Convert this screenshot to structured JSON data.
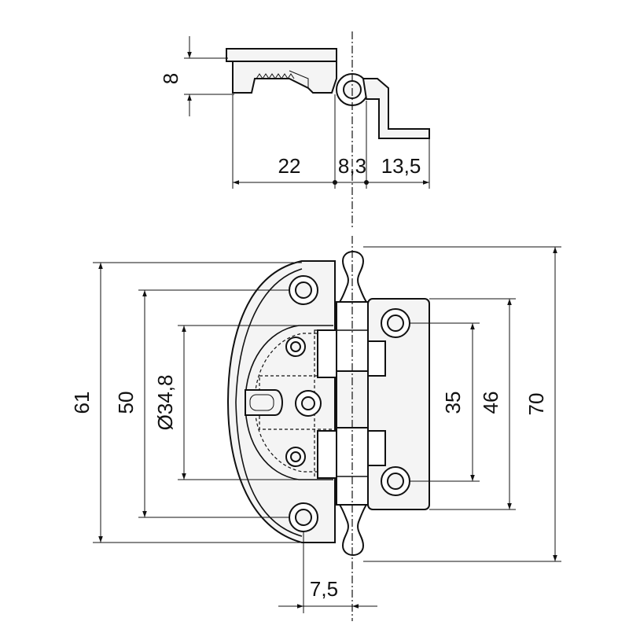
{
  "dimensions": {
    "top_height": "8",
    "top_width_left": "22",
    "top_width_mid": "8,3",
    "top_width_right": "13,5",
    "overall_height_left": "61",
    "hole_spacing_outer": "50",
    "cup_diameter": "Ø34,8",
    "plate_hole_spacing": "35",
    "plate_height": "46",
    "overall_height_right": "70",
    "offset_bottom": "7,5"
  }
}
